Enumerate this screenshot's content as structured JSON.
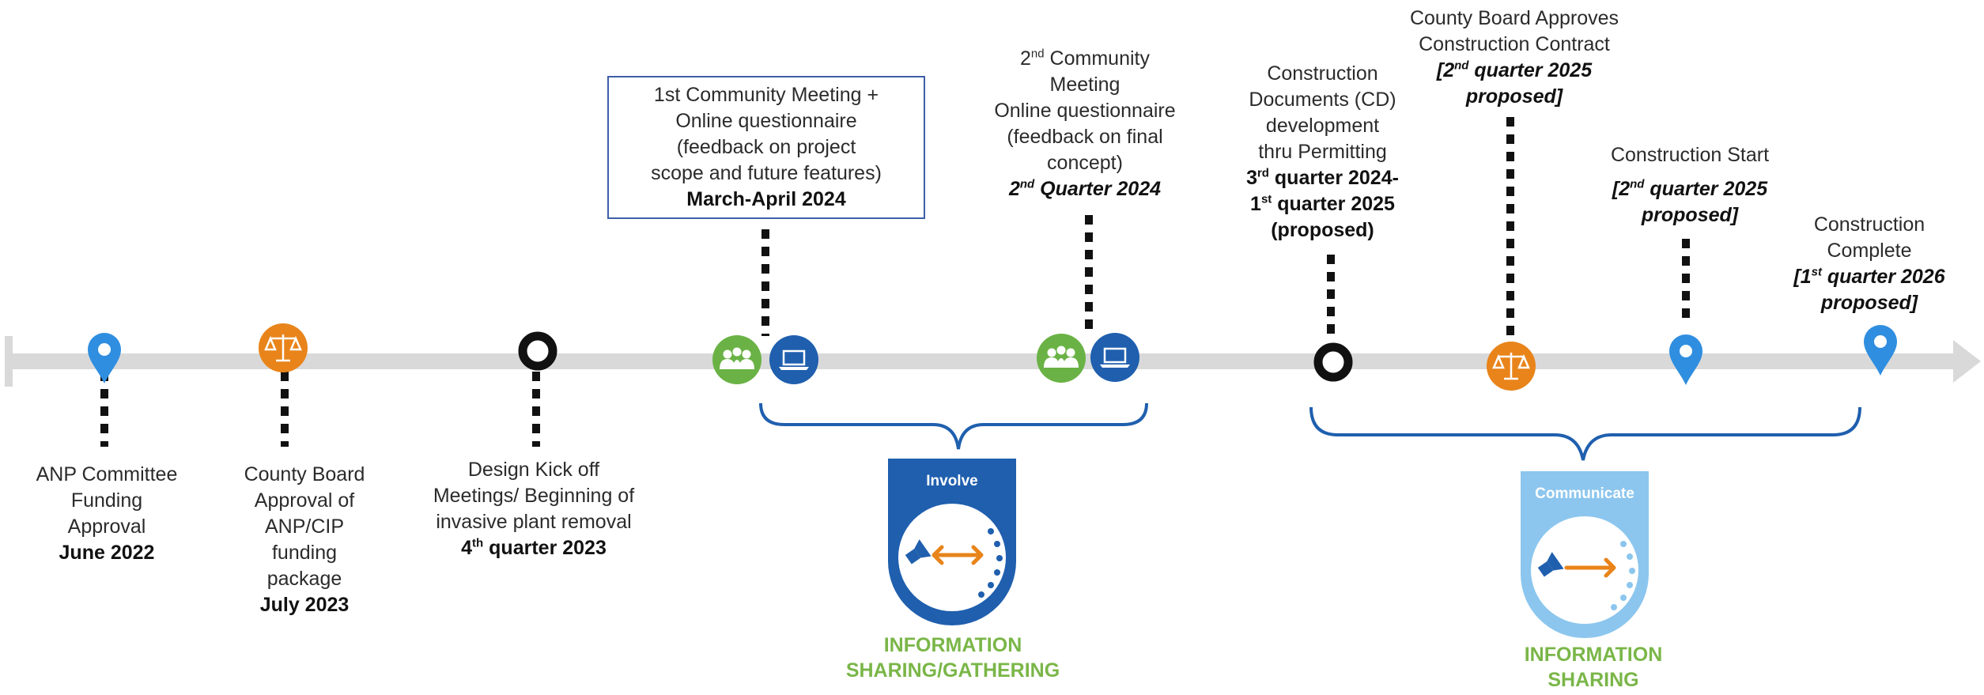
{
  "milestones": [
    {
      "lines": [
        "ANP Committee",
        "Funding",
        "Approval"
      ],
      "date": "June 2022",
      "icon": "map-pin-icon"
    },
    {
      "lines": [
        "County Board",
        "Approval of",
        "ANP/CIP",
        "funding",
        "package"
      ],
      "date": "July 2023",
      "icon": "scales-icon"
    },
    {
      "lines": [
        "Design Kick off",
        "Meetings/ Beginning of",
        "invasive plant removal"
      ],
      "date_pre": "4",
      "date_sup": "th",
      "date_post": " quarter 2023",
      "icon": "ring-icon"
    },
    {
      "lines": [
        "1st Community Meeting +",
        "Online questionnaire",
        "(feedback on project",
        "scope and future features)"
      ],
      "date": "March-April 2024",
      "icons": [
        "community-group-icon",
        "laptop-icon"
      ]
    },
    {
      "line1_pre": "2",
      "line1_sup": "nd",
      "line1_post": " Community",
      "lines": [
        "Meeting",
        "Online questionnaire",
        "(feedback on final",
        "concept)"
      ],
      "date_pre": "2",
      "date_sup": "nd",
      "date_post": " Quarter 2024",
      "icons": [
        "community-group-icon",
        "laptop-icon"
      ]
    },
    {
      "lines": [
        "Construction",
        "Documents (CD)",
        "development",
        "thru Permitting"
      ],
      "date1_pre": "3",
      "date1_sup": "rd",
      "date1_post": " quarter 2024-",
      "date2_pre": "1",
      "date2_sup": "st",
      "date2_post": " quarter 2025",
      "date3": "(proposed)",
      "icon": "ring-icon"
    },
    {
      "lines": [
        "County Board Approves",
        "Construction Contract"
      ],
      "date1_pre": "[2",
      "date1_sup": "nd",
      "date1_post": " quarter 2025",
      "date2": "proposed]",
      "icon": "scales-icon"
    },
    {
      "lines": [
        "Construction Start"
      ],
      "date1_pre": "[2",
      "date1_sup": "nd",
      "date1_post": " quarter 2025",
      "date2": "proposed]",
      "icon": "map-pin-icon"
    },
    {
      "lines": [
        "Construction",
        "Complete"
      ],
      "date1_pre": "[1",
      "date1_sup": "st",
      "date1_post": " quarter 2026",
      "date2": "proposed]",
      "icon": "map-pin-icon"
    }
  ],
  "phases": {
    "involve": {
      "label": "Involve",
      "caption1": "INFORMATION",
      "caption2": "SHARING/GATHERING",
      "color": "#1f5fae"
    },
    "communicate": {
      "label": "Communicate",
      "caption1": "INFORMATION",
      "caption2": "SHARING",
      "color": "#6fb3e6"
    }
  },
  "colors": {
    "timeline": "#d9d9d9",
    "pin": "#2f8ee0",
    "scales": "#e8841a",
    "group": "#6ab245",
    "laptop": "#1f5fae",
    "caption": "#7ab648"
  }
}
